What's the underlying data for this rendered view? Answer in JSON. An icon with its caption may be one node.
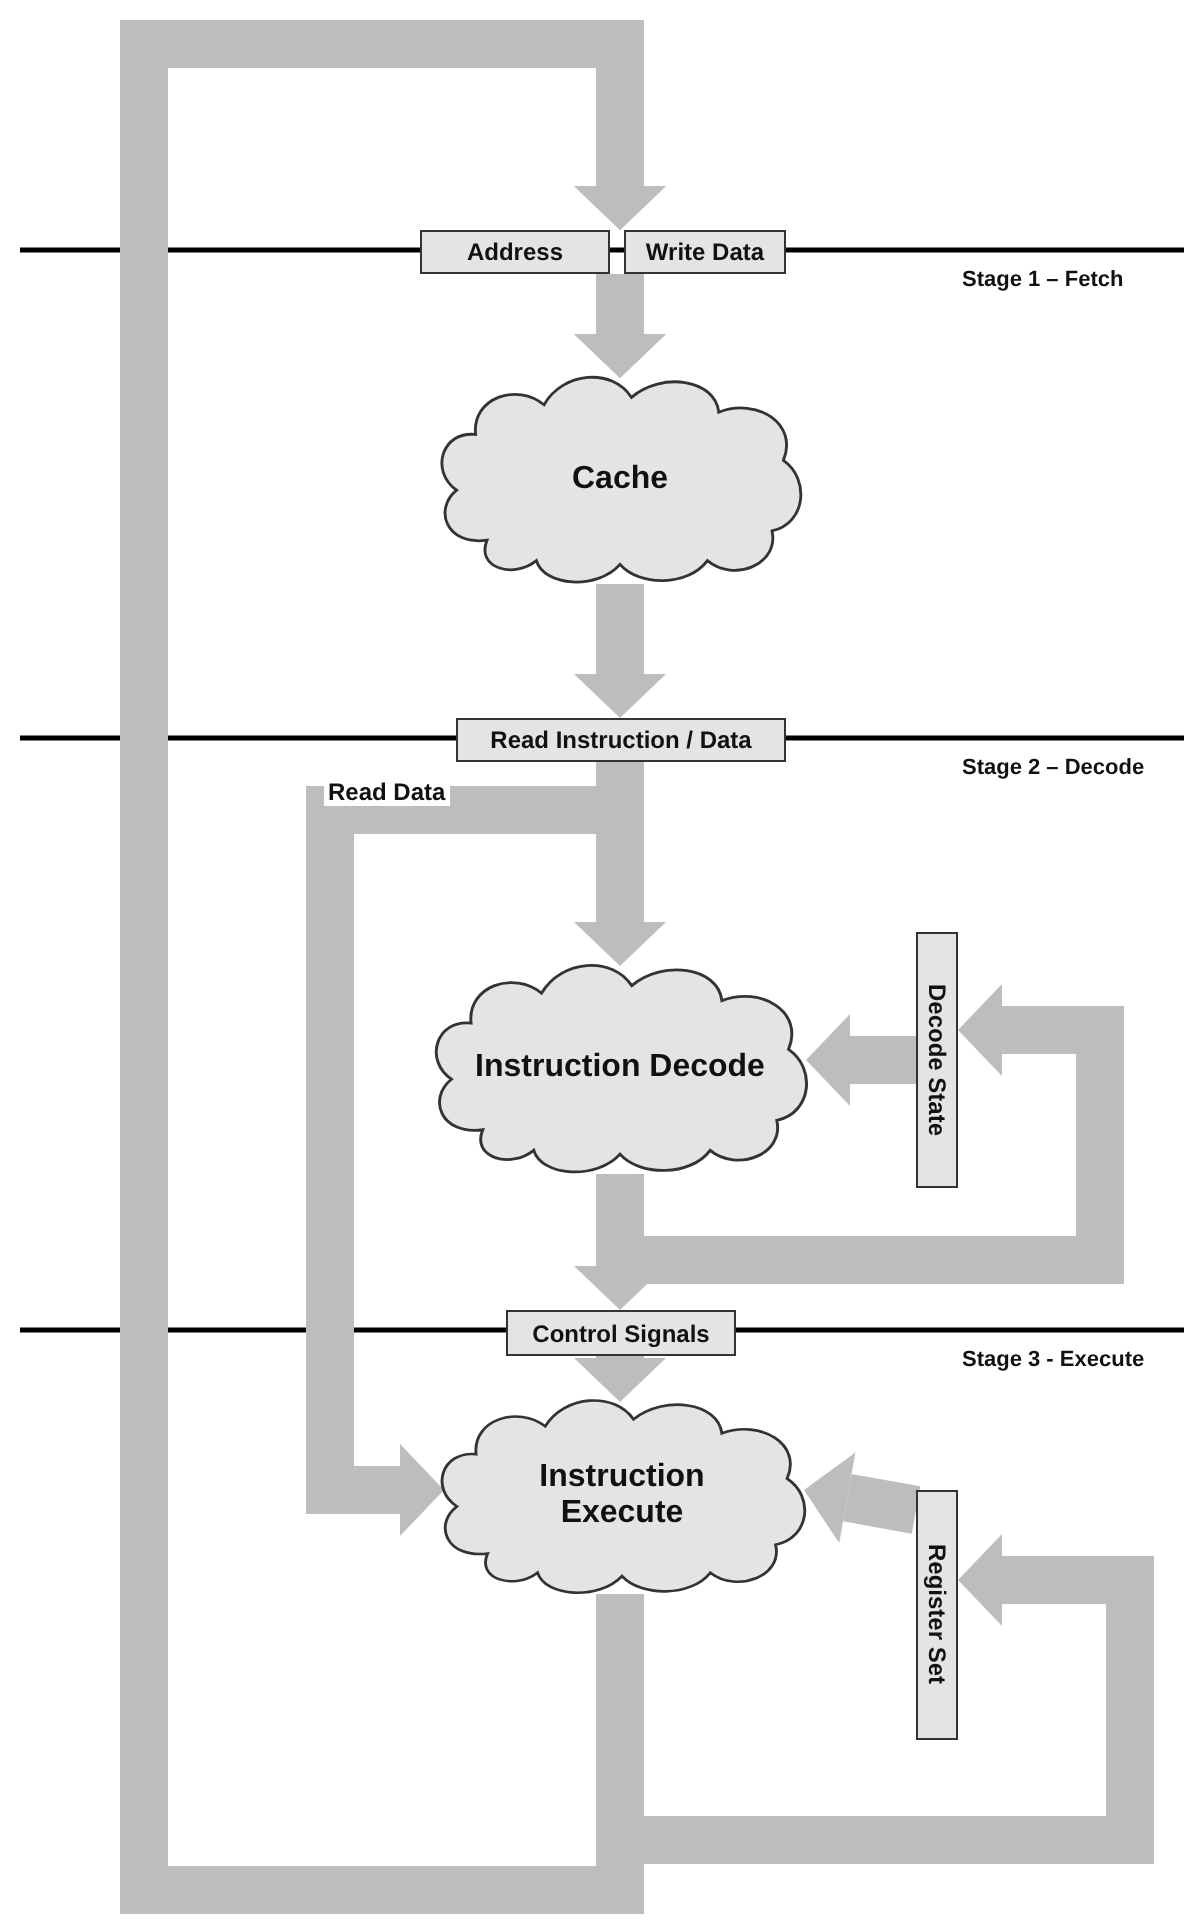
{
  "diagram": {
    "nodes": [
      {
        "text": [
          "Address"
        ]
      },
      {
        "text": [
          "Write Data"
        ]
      },
      {
        "text": [
          "Cache"
        ]
      },
      {
        "text": [
          "Read Instruction / Data"
        ]
      },
      {
        "text": [
          "Instruction Decode"
        ]
      },
      {
        "text": [
          "Decode State"
        ]
      },
      {
        "text": [
          "Control Signals"
        ]
      },
      {
        "text": [
          "Instruction Execute"
        ]
      },
      {
        "text": [
          "Register Set"
        ]
      }
    ],
    "edges": [
      {
        "from": 7,
        "to": 0,
        "arrow": "to"
      },
      {
        "from": 7,
        "to": 1,
        "arrow": "to"
      },
      {
        "from": 0,
        "to": 2,
        "arrow": "to"
      },
      {
        "from": 1,
        "to": 2,
        "arrow": "to"
      },
      {
        "from": 2,
        "to": 3,
        "arrow": "to"
      },
      {
        "from": 3,
        "to": 4,
        "arrow": "to"
      },
      {
        "from": 3,
        "to": 7,
        "arrow": "to",
        "label": "Read Data"
      },
      {
        "from": 5,
        "to": 4,
        "arrow": "to"
      },
      {
        "from": 4,
        "to": 5,
        "arrow": "to"
      },
      {
        "from": 4,
        "to": 6,
        "arrow": "to"
      },
      {
        "from": 6,
        "to": 7,
        "arrow": "to"
      },
      {
        "from": 8,
        "to": 7,
        "arrow": "to"
      },
      {
        "from": 7,
        "to": 8,
        "arrow": "to"
      }
    ],
    "labels": [
      "Stage 1 – Fetch",
      "Stage 2 – Decode",
      "Stage 3 - Execute"
    ]
  }
}
